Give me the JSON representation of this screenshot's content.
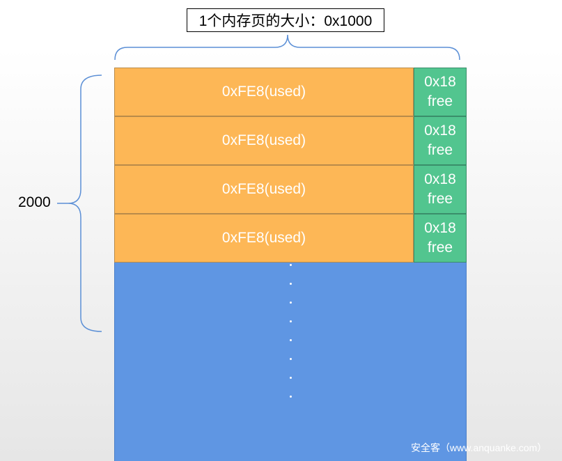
{
  "title": "1个内存页的大小：0x1000",
  "count_label": "2000",
  "blocks": [
    {
      "used_label": "0xFE8(used)",
      "free_size": "0x18",
      "free_label": "free"
    },
    {
      "used_label": "0xFE8(used)",
      "free_size": "0x18",
      "free_label": "free"
    },
    {
      "used_label": "0xFE8(used)",
      "free_size": "0x18",
      "free_label": "free"
    },
    {
      "used_label": "0xFE8(used)",
      "free_size": "0x18",
      "free_label": "free"
    }
  ],
  "watermark": "安全客（www.anquanke.com）",
  "colors": {
    "used": "#fdb756",
    "free": "#52c58f",
    "remaining_pages": "#5f96e3",
    "brace": "#5b8fd6"
  }
}
